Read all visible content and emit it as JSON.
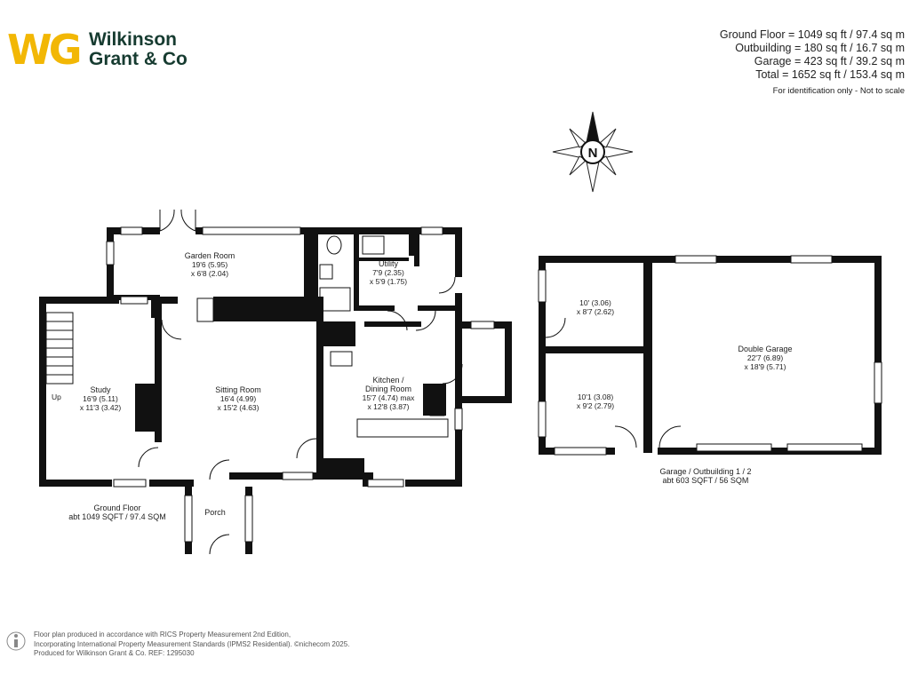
{
  "brand": {
    "logo_letters": "WG",
    "name_line1": "Wilkinson",
    "name_line2": "Grant & Co",
    "colors": {
      "accent": "#f2b705",
      "primary": "#163b30"
    }
  },
  "areas": {
    "ground": "Ground Floor = 1049 sq ft / 97.4 sq m",
    "outbuilding": "Outbuilding = 180 sq ft / 16.7 sq m",
    "garage": "Garage = 423 sq ft / 39.2 sq m",
    "total": "Total = 1652 sq ft / 153.4 sq m",
    "note": "For identification only - Not to scale"
  },
  "compass": {
    "letter": "N",
    "icon": "compass-rose-icon"
  },
  "rooms": {
    "garden_room": {
      "name": "Garden Room",
      "dim1": "19'6 (5.95)",
      "dim2": "x 6'8 (2.04)"
    },
    "utility": {
      "name": "Utility",
      "dim1": "7'9 (2.35)",
      "dim2": "x 5'9 (1.75)"
    },
    "study": {
      "name": "Study",
      "dim1": "16'9 (5.11)",
      "dim2": "x 11'3 (3.42)"
    },
    "stairs_label": "Up",
    "sitting_room": {
      "name": "Sitting Room",
      "dim1": "16'4 (4.99)",
      "dim2": "x 15'2 (4.63)"
    },
    "kitchen": {
      "name": "Kitchen /",
      "name2": "Dining Room",
      "dim1": "15'7 (4.74) max",
      "dim2": "x 12'8 (3.87)"
    },
    "porch": {
      "name": "Porch"
    },
    "out_room_1": {
      "dim1": "10' (3.06)",
      "dim2": "x 8'7 (2.62)"
    },
    "out_room_2": {
      "dim1": "10'1 (3.08)",
      "dim2": "x 9'2 (2.79)"
    },
    "double_garage": {
      "name": "Double Garage",
      "dim1": "22'7 (6.89)",
      "dim2": "x 18'9 (5.71)"
    }
  },
  "floor_labels": {
    "ground_title": "Ground Floor",
    "ground_area": "abt 1049 SQFT / 97.4 SQM",
    "garage_title": "Garage / Outbuilding 1 / 2",
    "garage_area": "abt 603 SQFT / 56 SQM"
  },
  "footer": {
    "line1": "Floor plan produced in accordance with RICS Property Measurement 2nd Edition,",
    "line2": "Incorporating International Property Measurement Standards (IPMS2 Residential).  ©nichecom  2025.",
    "line3": "Produced for Wilkinson Grant & Co.   REF: 1295030",
    "icon": "person-info-icon"
  }
}
